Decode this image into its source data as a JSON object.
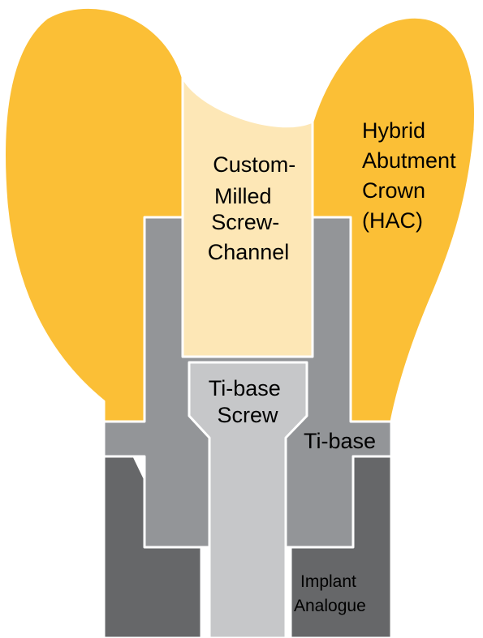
{
  "labels": {
    "screw_channel": [
      "Custom-",
      "Milled",
      "Screw-",
      "Channel"
    ],
    "crown": [
      "Hybrid",
      "Abutment",
      "Crown",
      "(HAC)"
    ],
    "ti_base_screw": [
      "Ti-base",
      "Screw"
    ],
    "ti_base": "Ti-base",
    "implant_analogue": [
      "Implant",
      "Analogue"
    ]
  },
  "colors": {
    "crown": "#fbbf36",
    "screw_channel": "#fde7b6",
    "ti_base": "#939598",
    "screw": "#c6c7c9",
    "implant_analogue": "#666769",
    "outline": "#ffffff"
  }
}
